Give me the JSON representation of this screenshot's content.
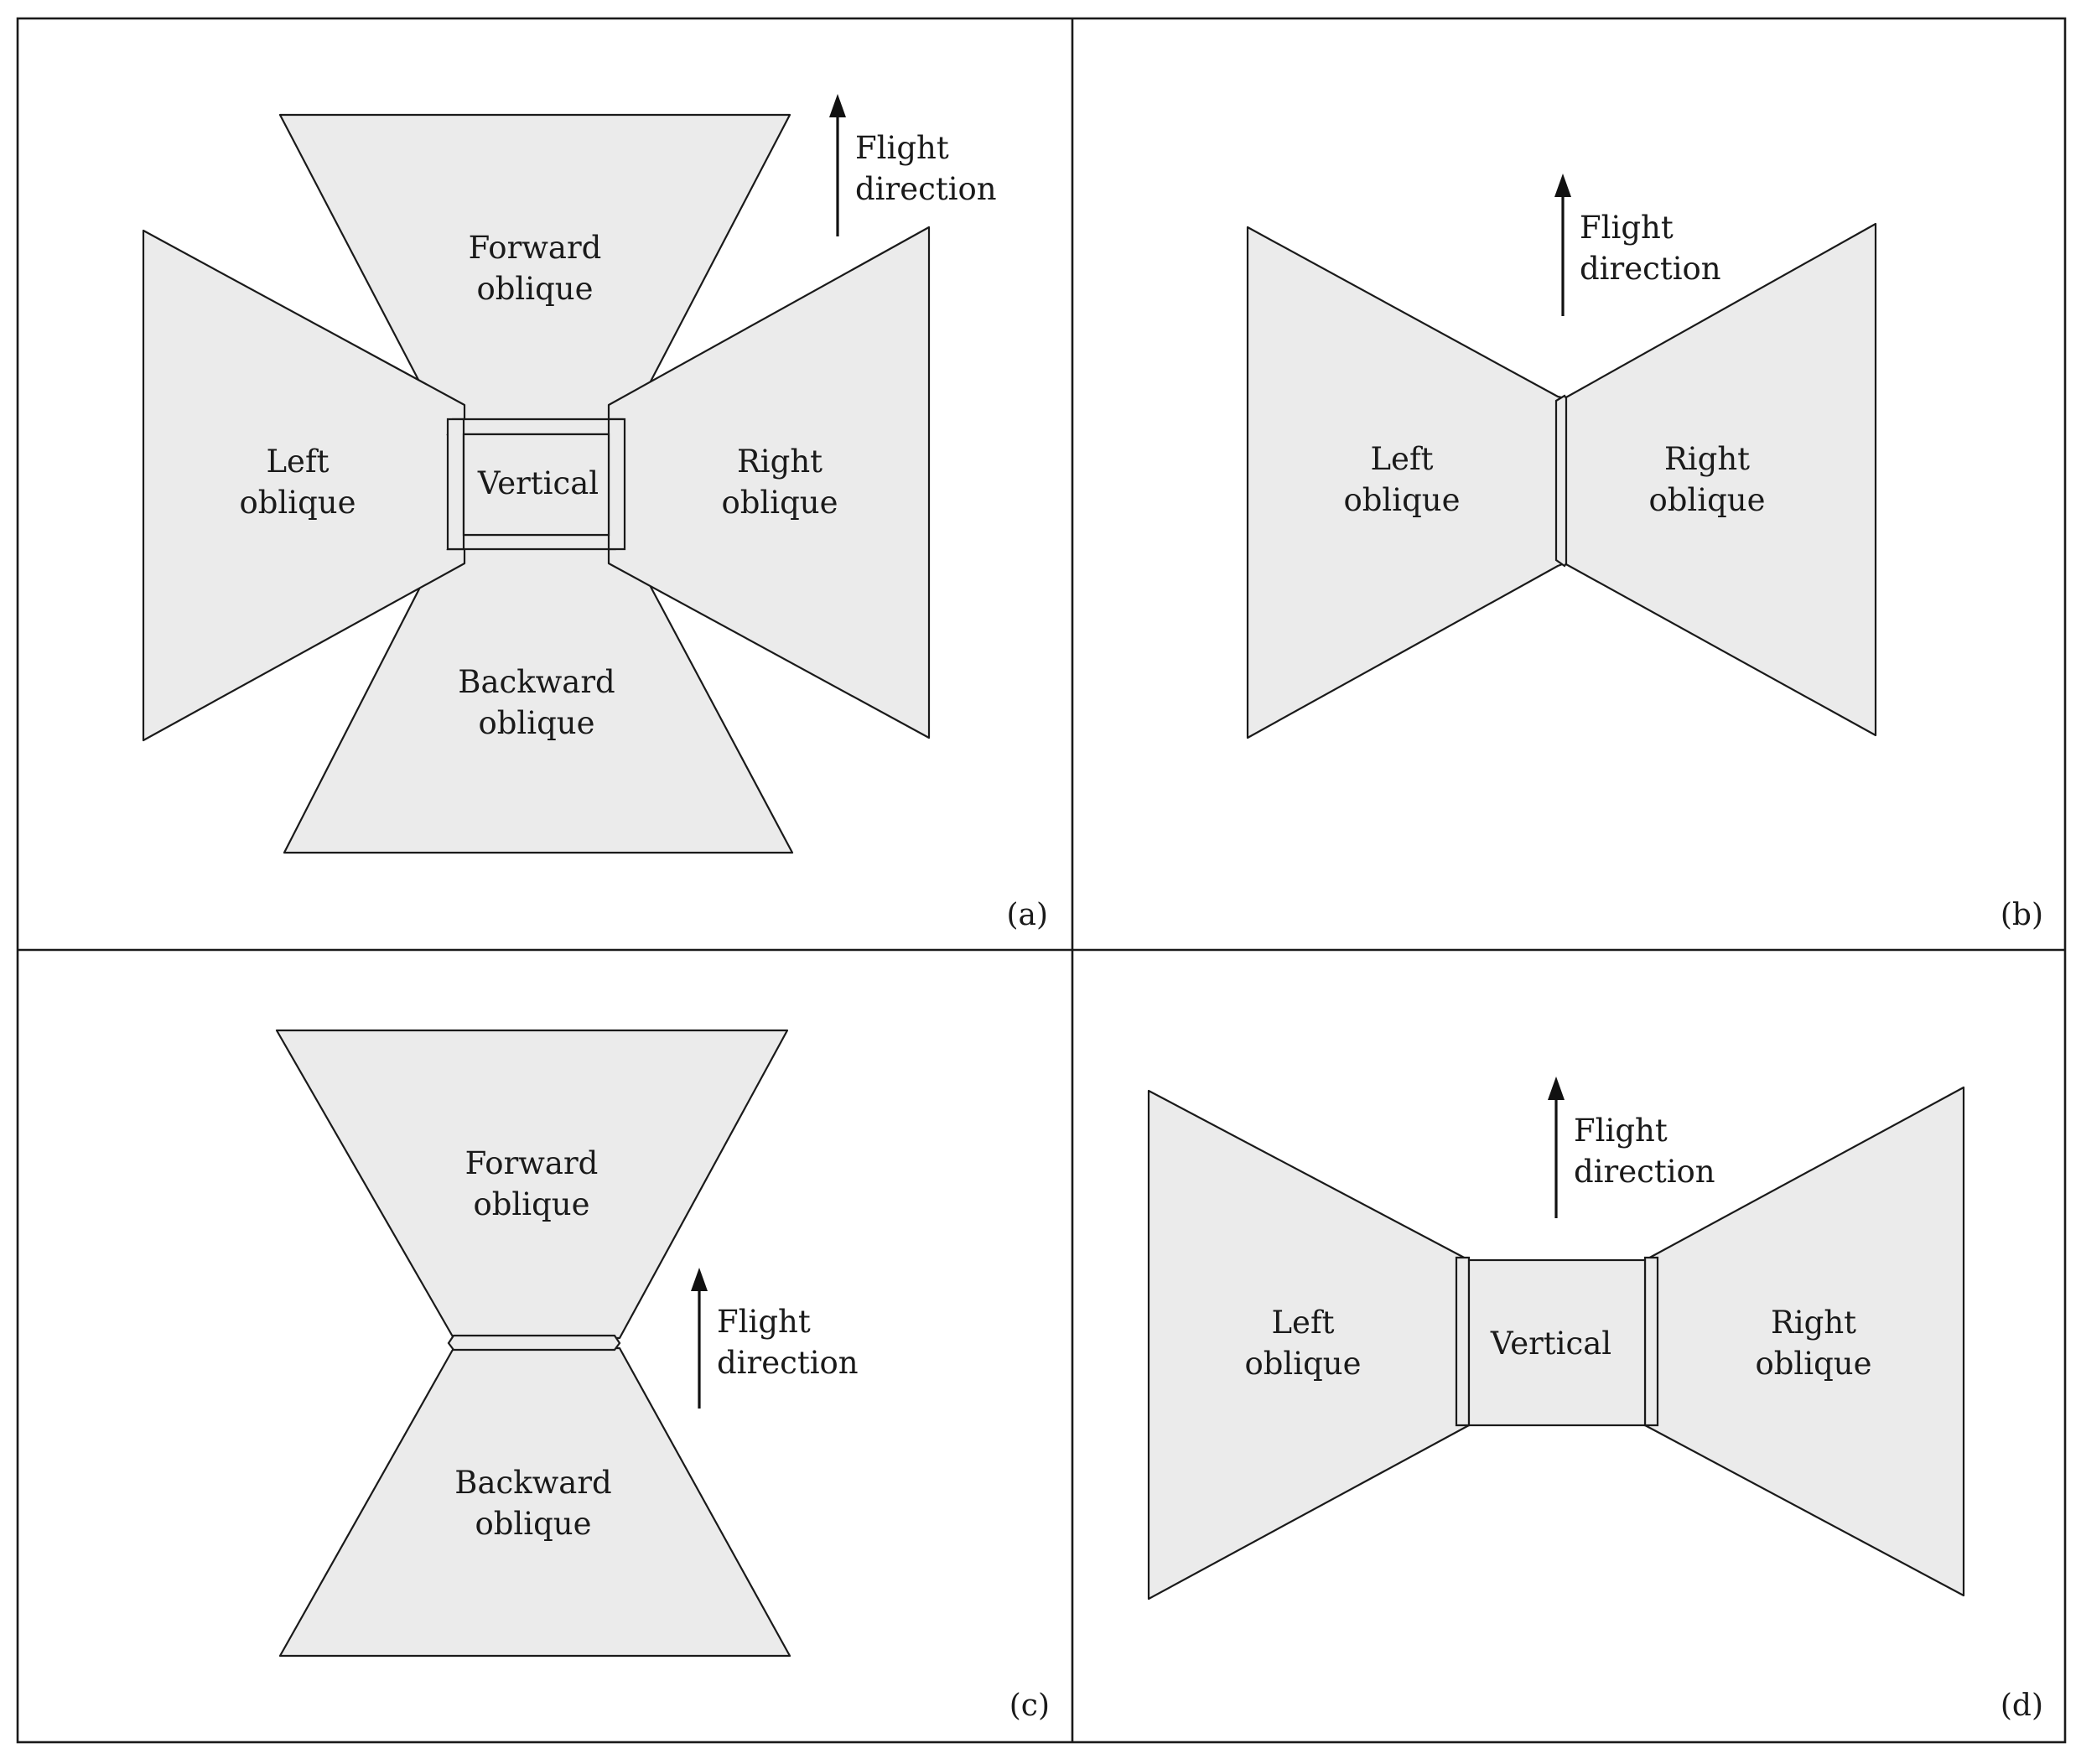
{
  "panels": {
    "a": {
      "tag": "(a)",
      "forward": [
        "Forward",
        "oblique"
      ],
      "backward": [
        "Backward",
        "oblique"
      ],
      "left": [
        "Left",
        "oblique"
      ],
      "right": [
        "Right",
        "oblique"
      ],
      "vertical": "Vertical",
      "flight": [
        "Flight",
        "direction"
      ]
    },
    "b": {
      "tag": "(b)",
      "left": [
        "Left",
        "oblique"
      ],
      "right": [
        "Right",
        "oblique"
      ],
      "flight": [
        "Flight",
        "direction"
      ]
    },
    "c": {
      "tag": "(c)",
      "forward": [
        "Forward",
        "oblique"
      ],
      "backward": [
        "Backward",
        "oblique"
      ],
      "flight": [
        "Flight",
        "direction"
      ]
    },
    "d": {
      "tag": "(d)",
      "left": [
        "Left",
        "oblique"
      ],
      "right": [
        "Right",
        "oblique"
      ],
      "vertical": "Vertical",
      "flight": [
        "Flight",
        "direction"
      ]
    }
  },
  "colors": {
    "fill": "#ebebeb",
    "stroke": "#1a1a1a",
    "background": "#ffffff"
  }
}
